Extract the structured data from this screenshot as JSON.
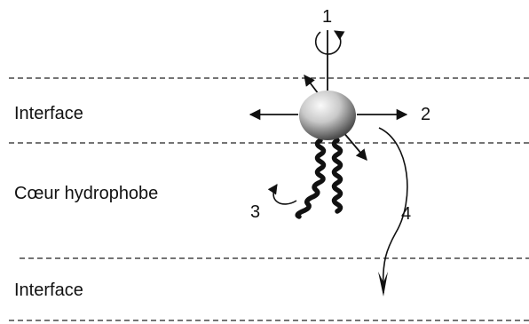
{
  "labels": {
    "interface_top": "Interface",
    "core": "Cœur hydrophobe",
    "interface_bottom": "Interface"
  },
  "motions": {
    "m1": "1",
    "m2": "2",
    "m3": "3",
    "m4": "4"
  },
  "colors": {
    "line": "#111111",
    "dashes": "#222222",
    "head_light": "#f4f4f4",
    "head_dark": "#3a3a3a"
  }
}
